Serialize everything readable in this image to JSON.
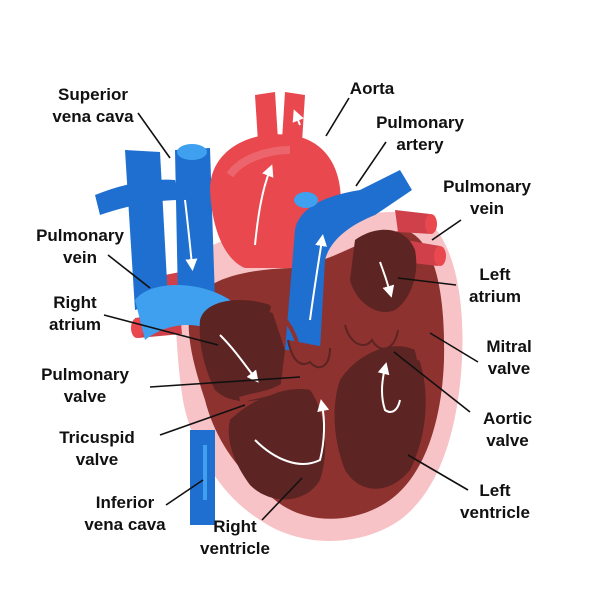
{
  "labels": {
    "superior_vena_cava": [
      "Superior",
      "vena cava"
    ],
    "aorta": [
      "Aorta"
    ],
    "pulmonary_artery": [
      "Pulmonary",
      "artery"
    ],
    "pulmonary_vein_right": [
      "Pulmonary",
      "vein"
    ],
    "pulmonary_vein_left": [
      "Pulmonary",
      "vein"
    ],
    "left_atrium": [
      "Left",
      "atrium"
    ],
    "right_atrium": [
      "Right",
      "atrium"
    ],
    "mitral_valve": [
      "Mitral",
      "valve"
    ],
    "pulmonary_valve": [
      "Pulmonary",
      "valve"
    ],
    "aortic_valve": [
      "Aortic",
      "valve"
    ],
    "tricuspid_valve": [
      "Tricuspid",
      "valve"
    ],
    "left_ventricle": [
      "Left",
      "ventricle"
    ],
    "inferior_vena_cava": [
      "Inferior",
      "vena cava"
    ],
    "right_ventricle": [
      "Right",
      "ventricle"
    ]
  },
  "colors": {
    "vein_blue": "#1e6fd0",
    "vein_blue_light": "#3ea0ee",
    "artery_red": "#e8484e",
    "artery_red_dark": "#c73a44",
    "muscle": "#8e3230",
    "chamber": "#5c2422",
    "pericardium": "#f7c3c6",
    "label_text": "#111111"
  }
}
